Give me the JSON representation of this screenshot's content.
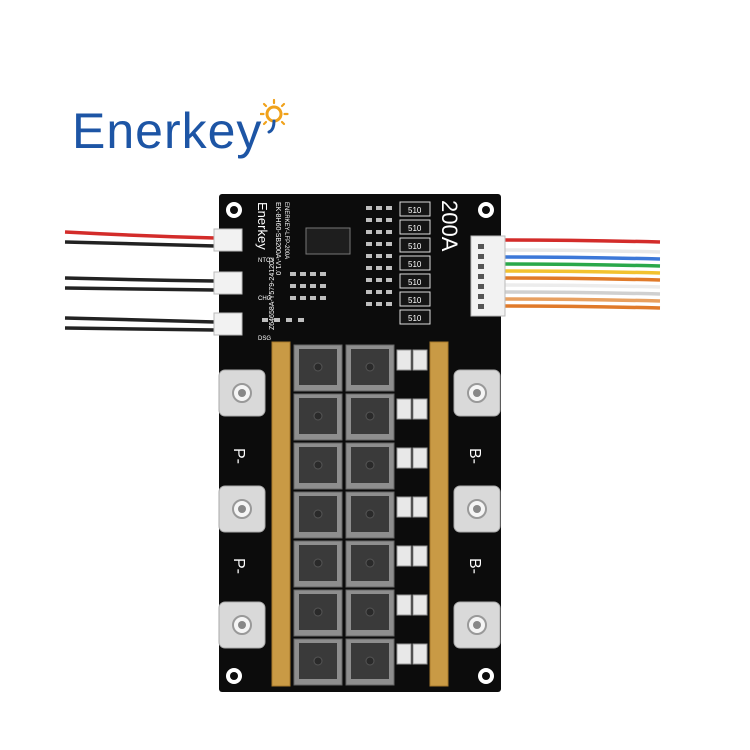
{
  "brand": {
    "name": "Enerkey",
    "accent": "#1d55a5",
    "sun_color": "#f0a21b"
  },
  "board": {
    "current_rating": "200A",
    "resistor_code": "510",
    "pack_negative": "P-",
    "battery_negative": "B-",
    "silk_logo": "Enerkey",
    "model_line_1": "EK-8H60-SB200A-V1.0",
    "model_line_2": "ENERKEY-LFP-200A",
    "batch_code": "Z64658A-Y579-241202",
    "connector_labels": [
      "NTC1",
      "CHG",
      "DSG"
    ],
    "board_color": "#0c0c0c",
    "bus_bar_color": "#c99a45"
  }
}
